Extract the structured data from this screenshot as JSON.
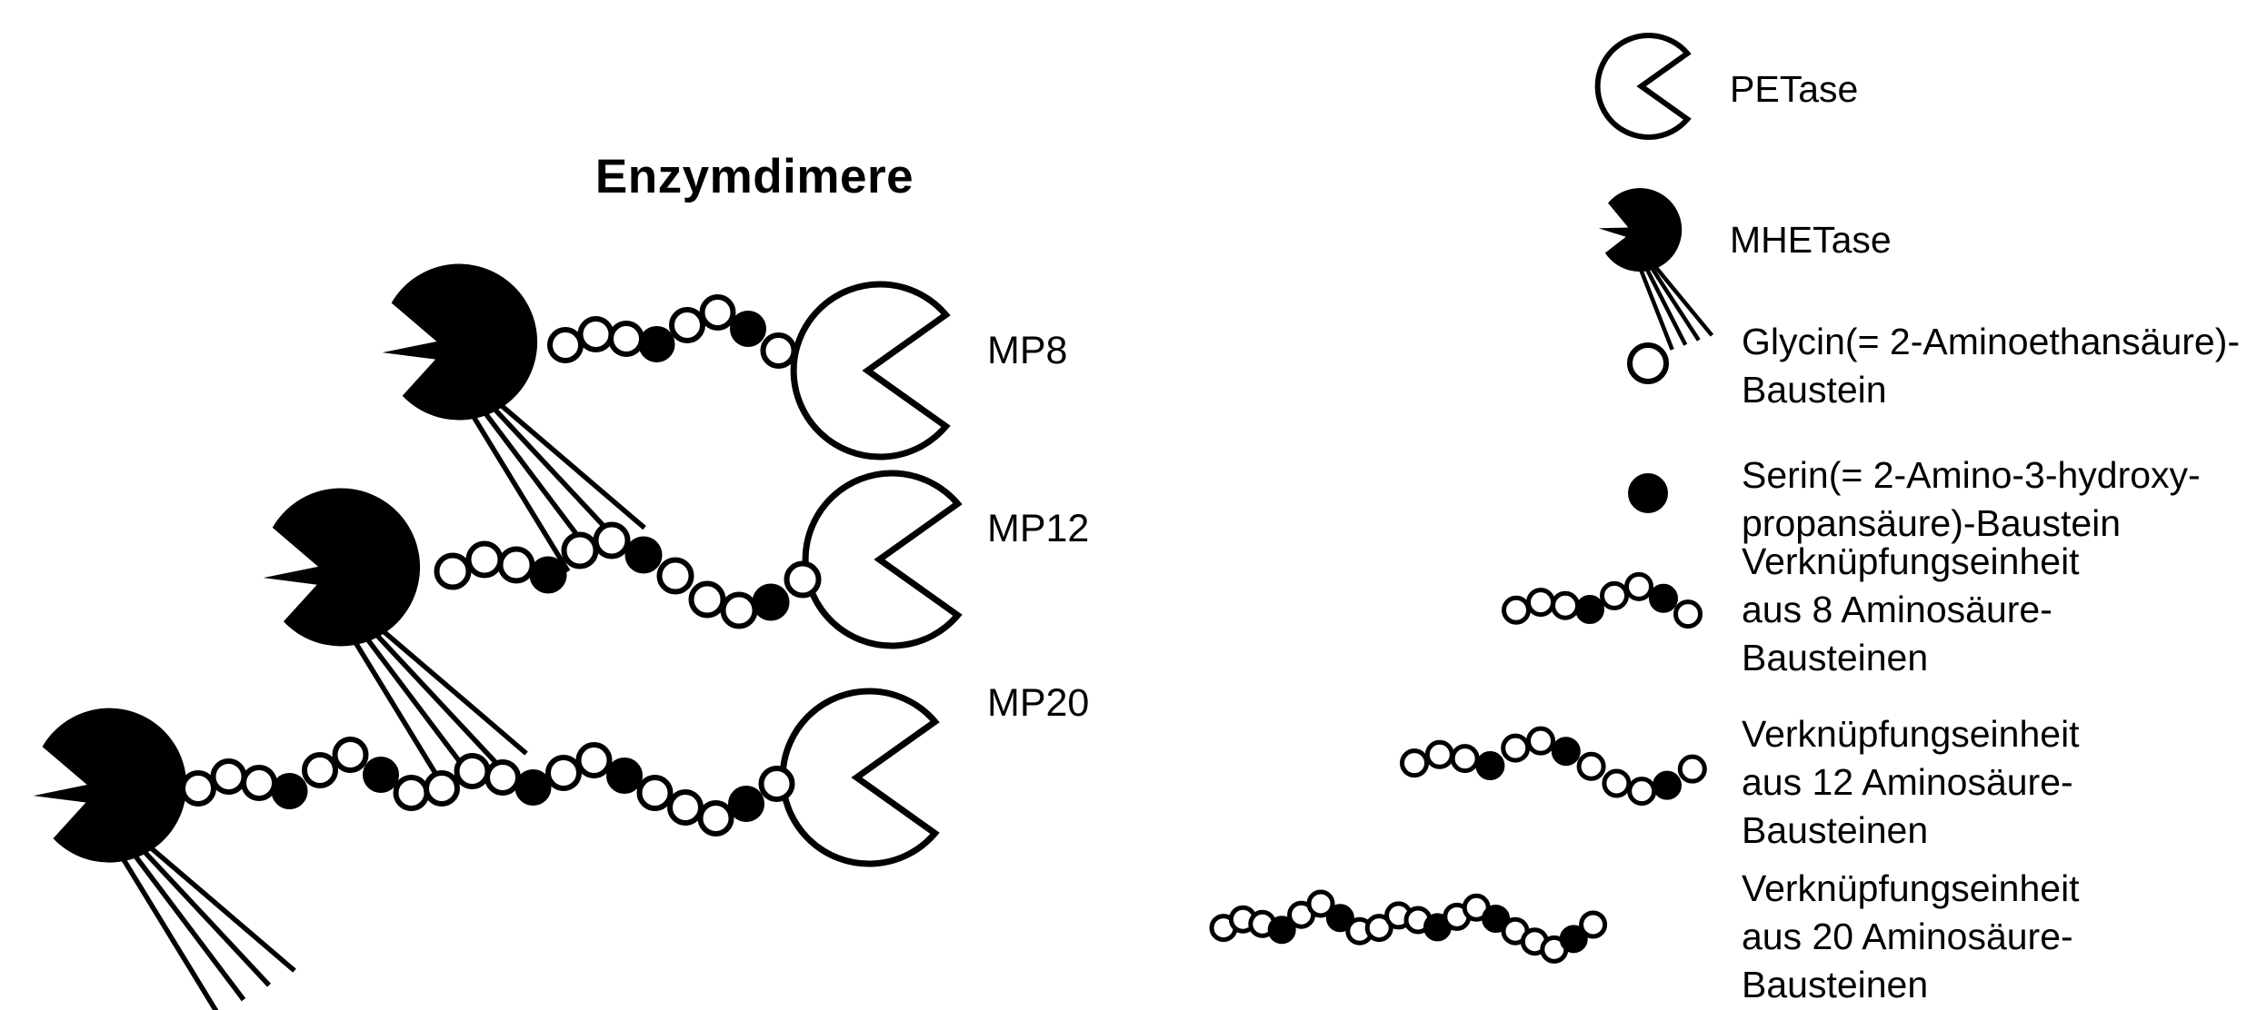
{
  "title": "Enzymdimere",
  "colors": {
    "ink": "#000000",
    "paper": "#ffffff"
  },
  "bead_colors": {
    "G": "#ffffff",
    "S": "#000000"
  },
  "dimers": [
    {
      "label": "MP8",
      "linker": [
        "G",
        "G",
        "G",
        "S",
        "G",
        "G",
        "S",
        "G"
      ]
    },
    {
      "label": "MP12",
      "linker": [
        "G",
        "G",
        "G",
        "S",
        "G",
        "G",
        "S",
        "G",
        "G",
        "G",
        "S",
        "G"
      ]
    },
    {
      "label": "MP20",
      "linker": [
        "G",
        "G",
        "G",
        "S",
        "G",
        "G",
        "S",
        "G",
        "G",
        "G",
        "G",
        "S",
        "G",
        "G",
        "S",
        "G",
        "G",
        "G",
        "S",
        "G"
      ]
    }
  ],
  "legend": {
    "items": [
      {
        "id": "petase",
        "lines": [
          "PETase"
        ]
      },
      {
        "id": "mhetase",
        "lines": [
          "MHETase"
        ]
      },
      {
        "id": "glycin",
        "lines": [
          "Glycin(= 2-Aminoethansäure)-",
          "Baustein"
        ]
      },
      {
        "id": "serin",
        "lines": [
          "Serin(= 2-Amino-3-hydroxy-",
          "propansäure)-Baustein"
        ]
      },
      {
        "id": "linker8",
        "linker": [
          "G",
          "G",
          "G",
          "S",
          "G",
          "G",
          "S",
          "G"
        ],
        "lines": [
          "Verknüpfungseinheit",
          "aus 8 Aminosäure-",
          "Bausteinen"
        ]
      },
      {
        "id": "linker12",
        "linker": [
          "G",
          "G",
          "G",
          "S",
          "G",
          "G",
          "S",
          "G",
          "G",
          "G",
          "S",
          "G"
        ],
        "lines": [
          "Verknüpfungseinheit",
          "aus 12 Aminosäure-",
          "Bausteinen"
        ]
      },
      {
        "id": "linker20",
        "linker": [
          "G",
          "G",
          "G",
          "S",
          "G",
          "G",
          "S",
          "G",
          "G",
          "G",
          "G",
          "S",
          "G",
          "G",
          "S",
          "G",
          "G",
          "G",
          "S",
          "G"
        ],
        "lines": [
          "Verknüpfungseinheit",
          "aus 20 Aminosäure-",
          "Bausteinen"
        ]
      }
    ]
  }
}
